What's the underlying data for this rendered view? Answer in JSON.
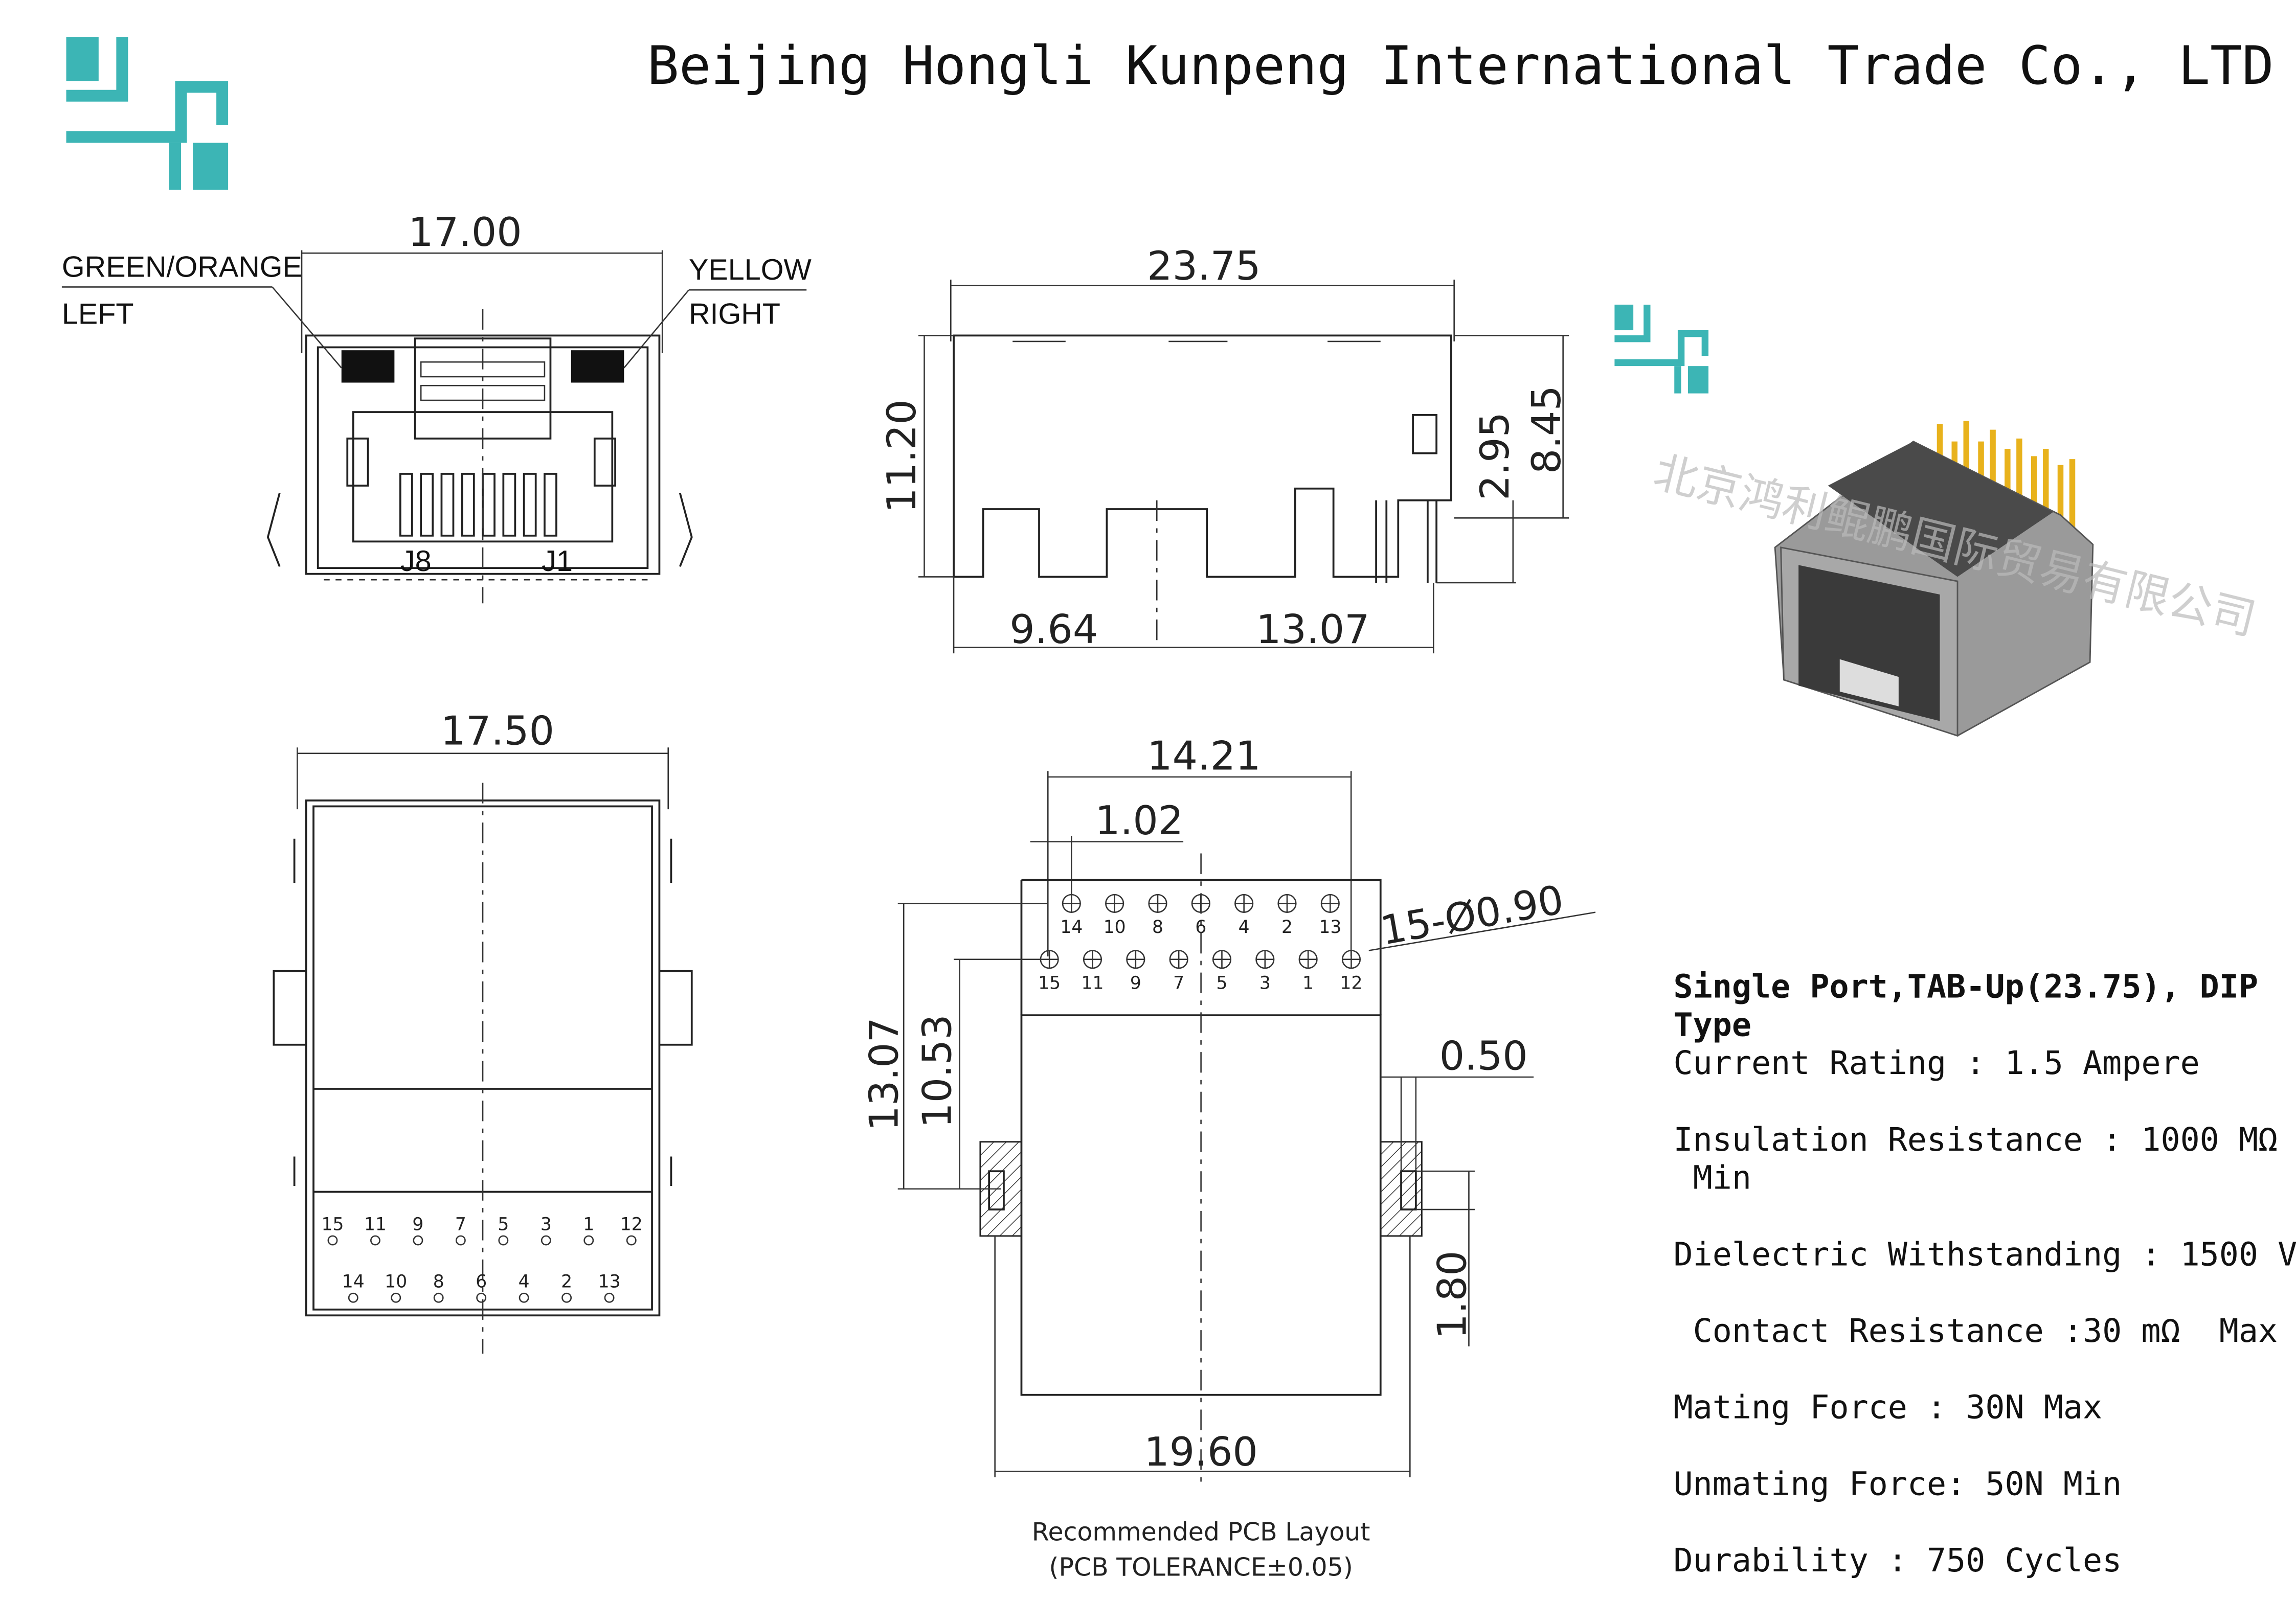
{
  "header": {
    "company": "Beijing Hongli Kunpeng International Trade Co., LTD"
  },
  "colors": {
    "brand": "#3cb5b5",
    "pins": "#e8b21c",
    "body": "#4a4a4a",
    "shell": "#9a9a9a"
  },
  "front_view": {
    "width_dim": "17.00",
    "led_left": [
      "GREEN/ORANGE",
      "LEFT"
    ],
    "led_right": [
      "YELLOW",
      "RIGHT"
    ],
    "pin_left": "J8",
    "pin_right": "J1"
  },
  "side_view": {
    "length_dim": "23.75",
    "height_dim": "11.20",
    "dim_295": "2.95",
    "dim_845": "8.45",
    "dim_964": "9.64",
    "dim_1307": "13.07"
  },
  "bottom_view": {
    "width_dim": "17.50",
    "row1_pins": [
      "15",
      "11",
      "9",
      "7",
      "5",
      "3",
      "1",
      "12"
    ],
    "row2_pins": [
      "14",
      "10",
      "8",
      "6",
      "4",
      "2",
      "13"
    ]
  },
  "pcb_layout": {
    "dim_1421": "14.21",
    "dim_102": "1.02",
    "holes": "15-Ø0.90",
    "dim_1307": "13.07",
    "dim_1053": "10.53",
    "dim_050": "0.50",
    "dim_180": "1.80",
    "dim_1960": "19.60",
    "top_row_pins": [
      "14",
      "10",
      "8",
      "6",
      "4",
      "2",
      "13"
    ],
    "bottom_row_pins": [
      "15",
      "11",
      "9",
      "7",
      "5",
      "3",
      "1",
      "12"
    ],
    "caption": "Recommended PCB Layout",
    "tolerance": "(PCB TOLERANCE±0.05)"
  },
  "product_image": {
    "watermark": "北京鸿利鲲鹏国际贸易有限公司"
  },
  "specs": {
    "title": [
      "Single Port,TAB-Up(23.75), DIP",
      "Type"
    ],
    "items": [
      [
        "Current Rating : 1.5 Ampere"
      ],
      [
        "Insulation Resistance : 1000 MΩ",
        " Min"
      ],
      [
        "Dielectric Withstanding : 1500 V"
      ],
      [
        " Contact Resistance :30 mΩ  Max"
      ],
      [
        "Mating Force : 30N Max"
      ],
      [
        "Unmating Force: 50N Min"
      ],
      [
        "Durability : 750 Cycles"
      ]
    ]
  }
}
